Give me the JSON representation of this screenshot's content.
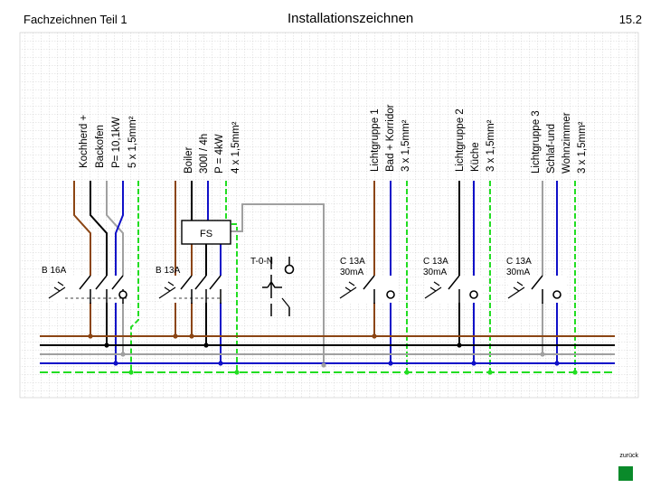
{
  "header": {
    "left": "Fachzeichnen Teil 1",
    "title": "Installationszeichnen",
    "page": "15.2"
  },
  "consumers": [
    {
      "lines": [
        "Kochherd +",
        "Backofen",
        "P= 10,1kW",
        "5 x 1,5mm²"
      ]
    },
    {
      "lines": [
        "Boiler",
        "300l / 4h",
        "P = 4kW",
        "4 x 1,5mm²"
      ]
    },
    {
      "lines": [
        "Lichtgruppe 1",
        "Bad + Korridor",
        "3 x 1,5mm²"
      ]
    },
    {
      "lines": [
        "Lichtgruppe 2",
        "Küche",
        "3 x 1,5mm²"
      ]
    },
    {
      "lines": [
        "Lichtgruppe 3",
        "Schlaf-und",
        "Wohnzimmer",
        "3 x 1,5mm²"
      ]
    }
  ],
  "devices": {
    "b16a": "B 16A",
    "b13a": "B 13A",
    "fs": "FS",
    "t0n": "T-0-N",
    "c1": [
      "C 13A",
      "30mA"
    ],
    "c2": [
      "C 13A",
      "30mA"
    ],
    "c3": [
      "C 13A",
      "30mA"
    ]
  },
  "footer": {
    "back_link": "zurück"
  },
  "colors": {
    "brown": "#8B4513",
    "black": "#000000",
    "grey": "#A0A0A0",
    "blue": "#1010C8",
    "green_yellow": "#22DD22",
    "grid": "#C8C8C8",
    "nav_button": "#0A8A2A"
  },
  "icons": [
    "switch-symbol",
    "fuse-symbol",
    "rcd-test-symbol"
  ]
}
